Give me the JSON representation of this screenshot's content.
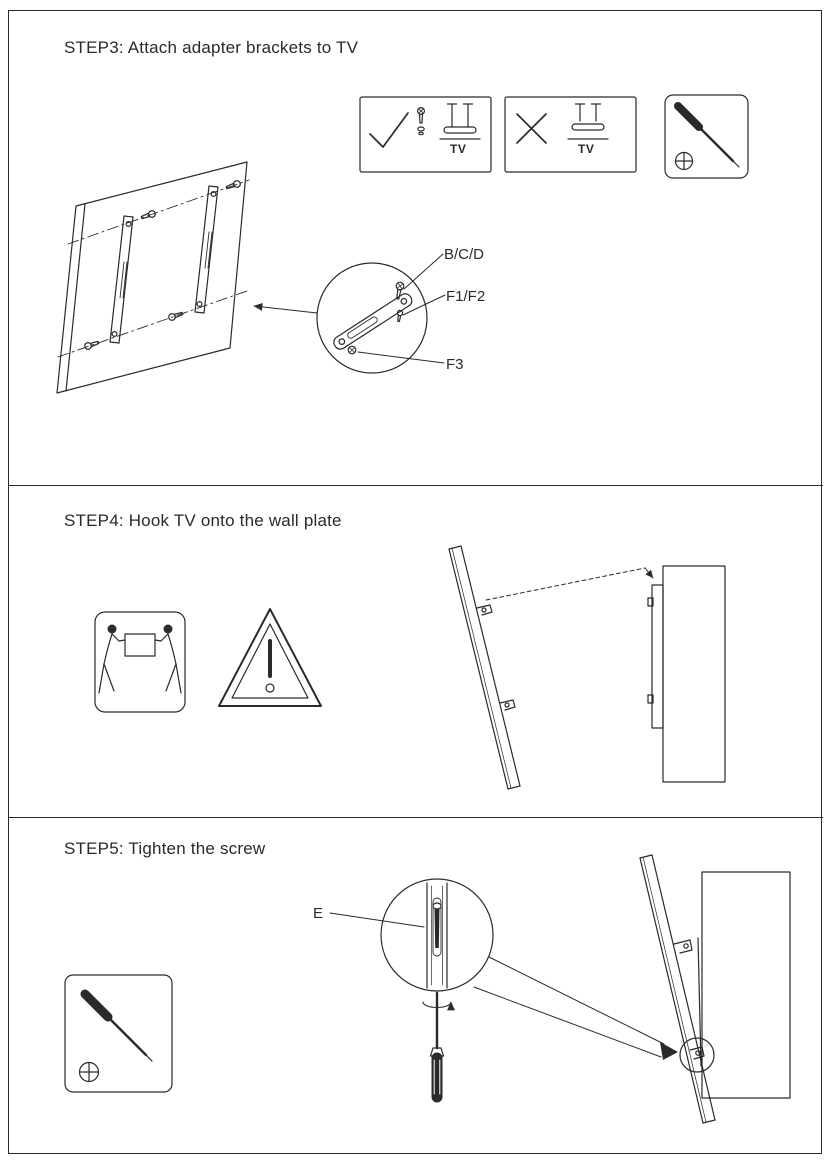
{
  "page": {
    "background": "#ffffff",
    "line_color": "#2a2a2a"
  },
  "step3": {
    "title": "STEP3: Attach adapter brackets to TV",
    "callouts": {
      "bcd": "B/C/D",
      "f1f2": "F1/F2",
      "f3": "F3"
    },
    "correct_box": {
      "icon": "check-icon",
      "glyph": "✓",
      "tv_label": "TV"
    },
    "wrong_box": {
      "icon": "cross-icon",
      "glyph": "✕",
      "tv_label": "TV"
    },
    "tool_box": {
      "icon": "phillips-screwdriver-icon",
      "phillips_glyph": "⊕"
    }
  },
  "step4": {
    "title": "STEP4: Hook TV onto the wall plate",
    "icons": {
      "carry": "two-person-carry-icon",
      "warning": "warning-triangle-icon"
    }
  },
  "step5": {
    "title": "STEP5: Tighten the screw",
    "callouts": {
      "e": "E"
    },
    "tool_box": {
      "icon": "phillips-screwdriver-icon",
      "phillips_glyph": "⊕"
    }
  }
}
